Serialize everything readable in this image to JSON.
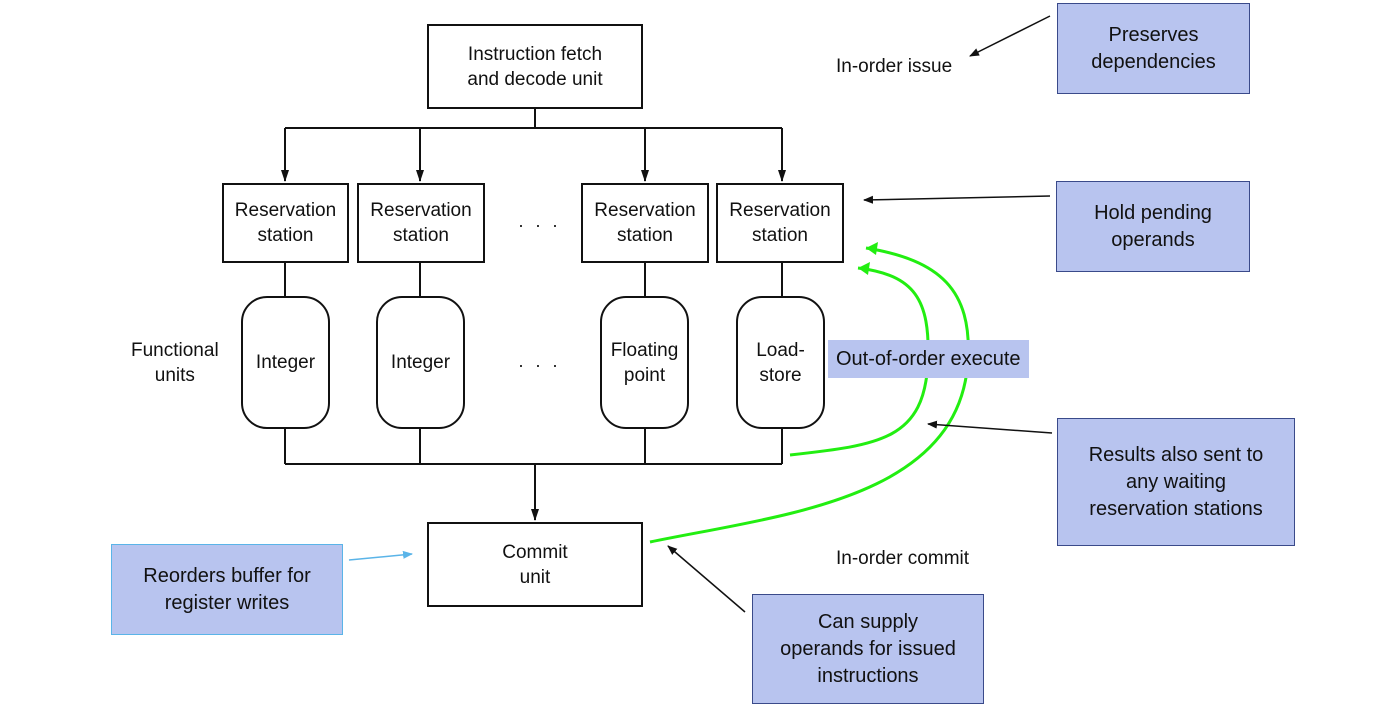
{
  "fetch_unit": "Instruction fetch\nand decode unit",
  "reservation_station": "Reservation\nstation",
  "ellipsis": "· · ·",
  "functional_units_label": "Functional\nunits",
  "units": [
    "Integer",
    "Integer",
    "Floating\npoint",
    "Load-\nstore"
  ],
  "commit_unit": "Commit\nunit",
  "in_order_issue": "In-order issue",
  "in_order_commit": "In-order commit",
  "out_of_order_execute": "Out-of-order execute",
  "notes": {
    "preserves": "Preserves\ndependencies",
    "hold": "Hold pending\noperands",
    "results": "Results also sent to\nany waiting\nreservation stations",
    "supply": "Can supply\noperands for issued\ninstructions",
    "reorders": "Reorders buffer for\nregister writes"
  },
  "colors": {
    "note_fill": "#b8c4ef",
    "green_path": "#22ee11",
    "reorder_border": "#5ab4e8"
  }
}
